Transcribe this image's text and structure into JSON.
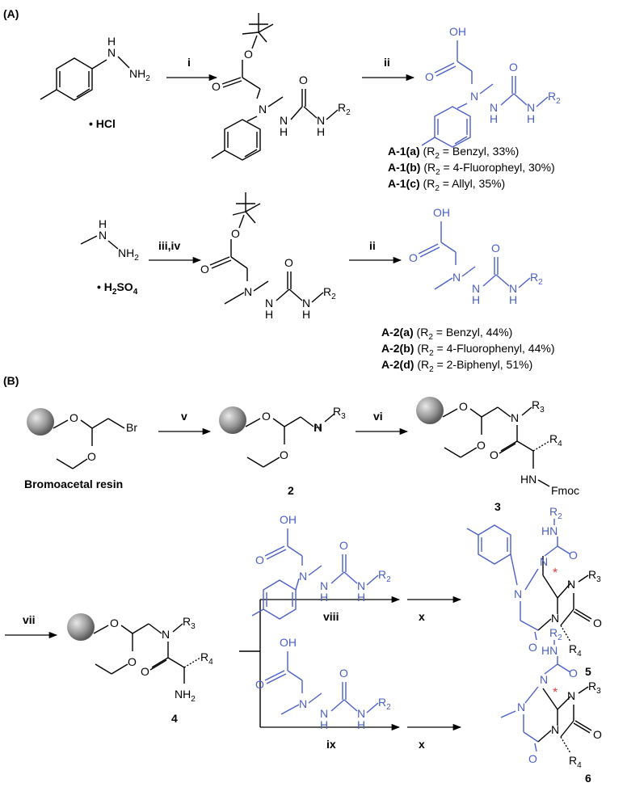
{
  "panels": {
    "A": "(A)",
    "B": "(B)"
  },
  "reagents": {
    "i": "i",
    "ii_1": "ii",
    "ii_2": "ii",
    "iii_iv": "iii,iv",
    "v": "v",
    "vi": "vi",
    "vii": "vii",
    "viii": "viii",
    "ix": "ix",
    "x_1": "x",
    "x_2": "x"
  },
  "salts": {
    "hcl": "• HCl",
    "h2so4_pre": "• H",
    "h2so4_sub": "2",
    "h2so4_post": "SO",
    "h2so4_sub4": "4"
  },
  "compounds": {
    "label_2": "2",
    "label_3": "3",
    "label_4": "4",
    "label_5": "5",
    "label_6": "6",
    "resin_name": "Bromoacetal resin"
  },
  "yields_A1": [
    {
      "id": "A-1(a)",
      "pre": " (R",
      "sub": "2",
      "post": " = Benzyl, 33%)"
    },
    {
      "id": "A-1(b)",
      "pre": " (R",
      "sub": "2",
      "post": " = 4-Fluoropheyl, 30%)"
    },
    {
      "id": "A-1(c)",
      "pre": " (R",
      "sub": "2",
      "post": " = Allyl, 35%)"
    }
  ],
  "yields_A2": [
    {
      "id": "A-2(a)",
      "pre": " (R",
      "sub": "2",
      "post": " = Benzyl, 44%)"
    },
    {
      "id": "A-2(b)",
      "pre": " (R",
      "sub": "2",
      "post": " = 4-Fluorophenyl, 44%)"
    },
    {
      "id": "A-2(d)",
      "pre": " (R",
      "sub": "2",
      "post": " = 2-Biphenyl, 51%)"
    }
  ],
  "atoms": {
    "H": "H",
    "N": "N",
    "NH2": "NH",
    "two": "2",
    "O": "O",
    "OH": "OH",
    "R": "R",
    "Br": "Br",
    "Fmoc": "Fmoc",
    "HN": "HN",
    "star": "*"
  },
  "colors": {
    "accent_blue": "#4a5fc8",
    "star_red": "#e04040",
    "bead_gray": "#8a8a8a"
  }
}
